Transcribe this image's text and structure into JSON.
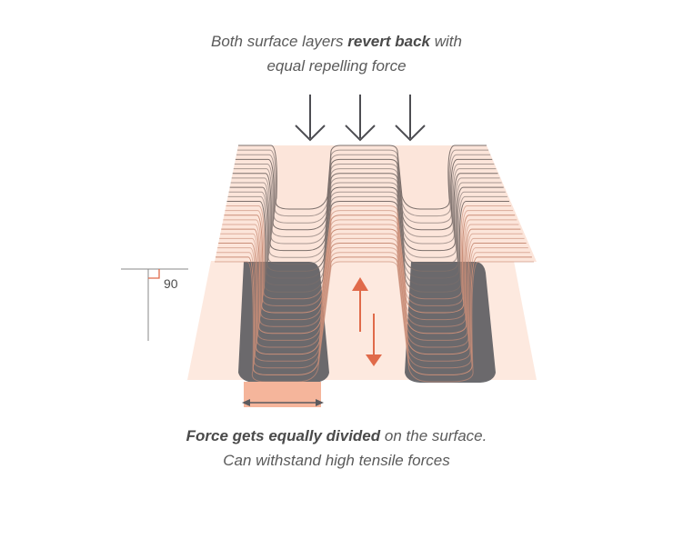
{
  "top_caption": {
    "line1_before": "Both surface layers ",
    "line1_bold": "revert back",
    "line1_after": " with",
    "line2": "equal repelling force"
  },
  "bottom_caption": {
    "line1_bold": "Force gets equally divided",
    "line1_after": " on the surface.",
    "line2": "Can withstand high tensile forces"
  },
  "angle_label": "90",
  "colors": {
    "peach_light": "#fde6da",
    "peach": "#f5b59b",
    "accent_arrow": "#e06a4a",
    "dark_gray": "#5b5b5f",
    "line_gray": "#8a8a8a",
    "text": "#5a5a5a"
  },
  "icons": {
    "force_arrows": "down-arrow-icon",
    "tension_arrows": "up-down-arrow-icon"
  }
}
